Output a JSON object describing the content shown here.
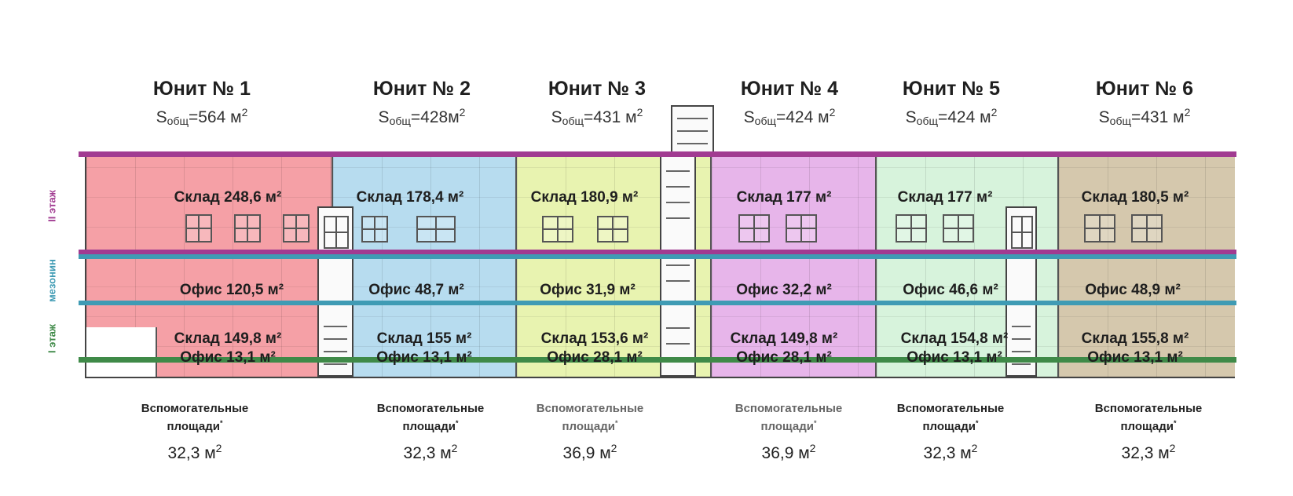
{
  "area_prefix": "S",
  "area_subscript": "общ",
  "units": [
    {
      "title": "Юнит № 1",
      "area": "=564 м",
      "area_exp": "2",
      "rooms": {
        "f2": "Склад 248,6 м²",
        "mez": "Офис 120,5 м²",
        "f1a": "Склад 149,8 м²",
        "f1b": "Офис 13,1 м²"
      },
      "aux_value": "32,3 м",
      "color": "#f5a0a6"
    },
    {
      "title": "Юнит № 2",
      "area": "=428м",
      "area_exp": "2",
      "rooms": {
        "f2": "Склад 178,4 м²",
        "mez": "Офис 48,7 м²",
        "f1a": "Склад 155 м²",
        "f1b": "Офис 13,1 м²"
      },
      "aux_value": "32,3 м",
      "color": "#b7dcef"
    },
    {
      "title": "Юнит № 3",
      "area": "=431 м",
      "area_exp": "2",
      "rooms": {
        "f2": "Склад 180,9 м²",
        "mez": "Офис 31,9 м²",
        "f1a": "Склад 153,6 м²",
        "f1b": "Офис 28,1 м²"
      },
      "aux_value": "36,9 м",
      "color": "#e8f3b0"
    },
    {
      "title": "Юнит № 4",
      "area": "=424 м",
      "area_exp": "2",
      "rooms": {
        "f2": "Склад 177 м²",
        "mez": "Офис 32,2 м²",
        "f1a": "Склад 149,8 м²",
        "f1b": "Офис 28,1 м²"
      },
      "aux_value": "36,9 м",
      "color": "#e7b5ea"
    },
    {
      "title": "Юнит № 5",
      "area": "=424 м",
      "area_exp": "2",
      "rooms": {
        "f2": "Склад 177 м²",
        "mez": "Офис 46,6 м²",
        "f1a": "Склад 154,8 м²",
        "f1b": "Офис 13,1 м²"
      },
      "aux_value": "32,3 м",
      "color": "#d7f3dc"
    },
    {
      "title": "Юнит № 6",
      "area": "=431 м",
      "area_exp": "2",
      "rooms": {
        "f2": "Склад 180,5 м²",
        "mez": "Офис 48,9 м²",
        "f1a": "Склад 155,8 м²",
        "f1b": "Офис 13,1 м²"
      },
      "aux_value": "32,3 м",
      "color": "#d5c8ad"
    }
  ],
  "aux_label_line1": "Вспомогательные",
  "aux_label_line2": "площади",
  "aux_asterisk": "*",
  "aux_exp": "2",
  "floors": {
    "f2": "II этаж",
    "mez": "мезонин",
    "f1": "I этаж"
  },
  "colors": {
    "magenta": "#a13b91",
    "teal": "#3f9bb4",
    "green": "#3f8a48"
  }
}
